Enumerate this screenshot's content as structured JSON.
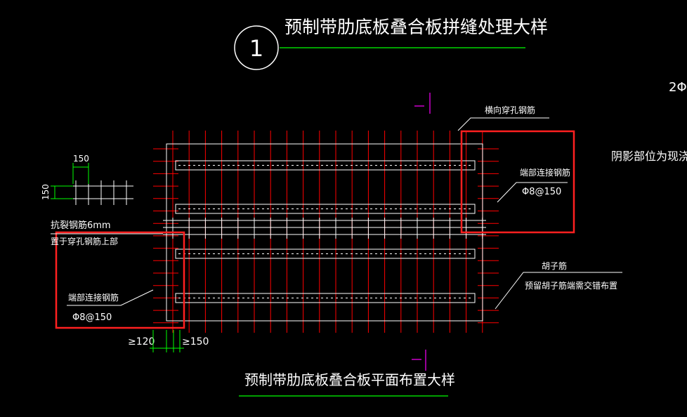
{
  "title": "预制带肋底板叠合板拼缝处理大样",
  "detail_number": "1",
  "subtitle": "预制带肋底板叠合板平面布置大样",
  "labels": {
    "transverse_bar": "横向穿孔钢筋",
    "end_conn_right_name": "端部连接钢筋",
    "end_conn_right_spec": "Φ8@150",
    "end_conn_left_name": "端部连接钢筋",
    "end_conn_left_spec": "Φ8@150",
    "crack_bar_line1": "抗裂钢筋6mm",
    "crack_bar_line2": "置于穿孔钢筋上部",
    "beard_bar_line1": "胡子筋",
    "beard_bar_line2": "预留胡子筋端需交错布置",
    "right_edge_top": "2Φ",
    "right_edge_note": "阴影部位为现浇板带",
    "dim_150_h": "150",
    "dim_150_v": "150",
    "dim_ge120": "≥120",
    "dim_ge150": "≥150"
  },
  "colors": {
    "background": "#000000",
    "rebar": "#ff0000",
    "outline": "#ffffff",
    "highlight": "#ff2020",
    "underline": "#00ff00",
    "marker": "#ff00ff",
    "text": "#ffffff"
  }
}
